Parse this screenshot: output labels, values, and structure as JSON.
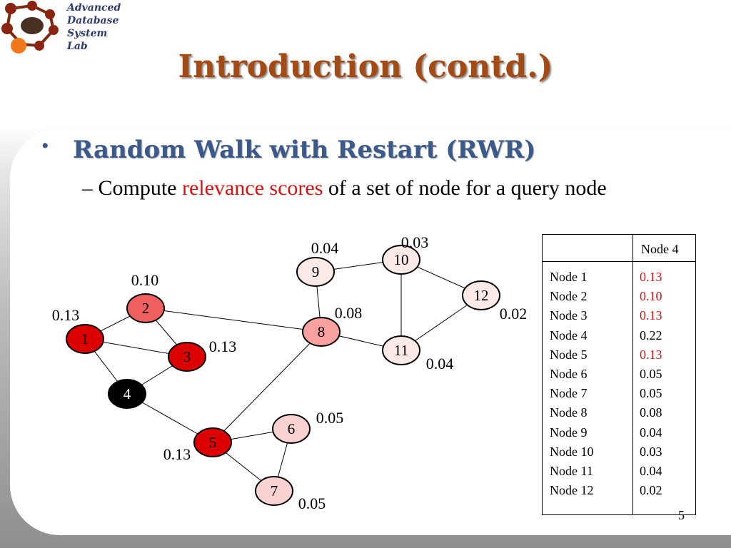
{
  "logo": {
    "lines": [
      "Advanced",
      "Database",
      "System",
      "Lab"
    ]
  },
  "title": "Introduction (contd.)",
  "bullet": "Random Walk with Restart (RWR)",
  "sub_bullet": {
    "dash": "–",
    "before": "Compute ",
    "highlight": "relevance scores",
    "after": " of a set of node for a query node"
  },
  "graph": {
    "query_node": "4",
    "colors": {
      "high": "#dd0000",
      "mid": "#f06060",
      "low": "#f9a0a0",
      "vlow": "#fbd2d2",
      "min": "#fdeae6",
      "query": "#000000"
    },
    "nodes": [
      {
        "id": "1",
        "score": "0.13",
        "color": "high"
      },
      {
        "id": "2",
        "score": "0.10",
        "color": "mid"
      },
      {
        "id": "3",
        "score": "0.13",
        "color": "high"
      },
      {
        "id": "4",
        "score": "",
        "color": "query"
      },
      {
        "id": "5",
        "score": "0.13",
        "color": "high"
      },
      {
        "id": "6",
        "score": "0.05",
        "color": "vlow"
      },
      {
        "id": "7",
        "score": "0.05",
        "color": "vlow"
      },
      {
        "id": "8",
        "score": "0.08",
        "color": "low"
      },
      {
        "id": "9",
        "score": "0.04",
        "color": "min"
      },
      {
        "id": "10",
        "score": "0.03",
        "color": "min"
      },
      {
        "id": "11",
        "score": "0.04",
        "color": "min"
      },
      {
        "id": "12",
        "score": "0.02",
        "color": "min"
      }
    ],
    "edges": [
      [
        "1",
        "2"
      ],
      [
        "1",
        "3"
      ],
      [
        "2",
        "3"
      ],
      [
        "1",
        "4"
      ],
      [
        "3",
        "4"
      ],
      [
        "2",
        "8"
      ],
      [
        "4",
        "5"
      ],
      [
        "5",
        "8"
      ],
      [
        "5",
        "6"
      ],
      [
        "5",
        "7"
      ],
      [
        "6",
        "7"
      ],
      [
        "8",
        "9"
      ],
      [
        "8",
        "11"
      ],
      [
        "9",
        "10"
      ],
      [
        "10",
        "11"
      ],
      [
        "10",
        "12"
      ],
      [
        "11",
        "12"
      ]
    ]
  },
  "table": {
    "header": "Node 4",
    "rows": [
      {
        "node": "Node 1",
        "score": "0.13",
        "highlight": true
      },
      {
        "node": "Node 2",
        "score": "0.10",
        "highlight": true
      },
      {
        "node": "Node 3",
        "score": "0.13",
        "highlight": true
      },
      {
        "node": "Node 4",
        "score": "0.22",
        "highlight": false
      },
      {
        "node": "Node 5",
        "score": "0.13",
        "highlight": true
      },
      {
        "node": "Node 6",
        "score": "0.05",
        "highlight": false
      },
      {
        "node": "Node 7",
        "score": "0.05",
        "highlight": false
      },
      {
        "node": "Node 8",
        "score": "0.08",
        "highlight": false
      },
      {
        "node": "Node 9",
        "score": "0.04",
        "highlight": false
      },
      {
        "node": "Node 10",
        "score": "0.03",
        "highlight": false
      },
      {
        "node": "Node 11",
        "score": "0.04",
        "highlight": false
      },
      {
        "node": "Node 12",
        "score": "0.02",
        "highlight": false
      }
    ]
  },
  "page_number": "5"
}
